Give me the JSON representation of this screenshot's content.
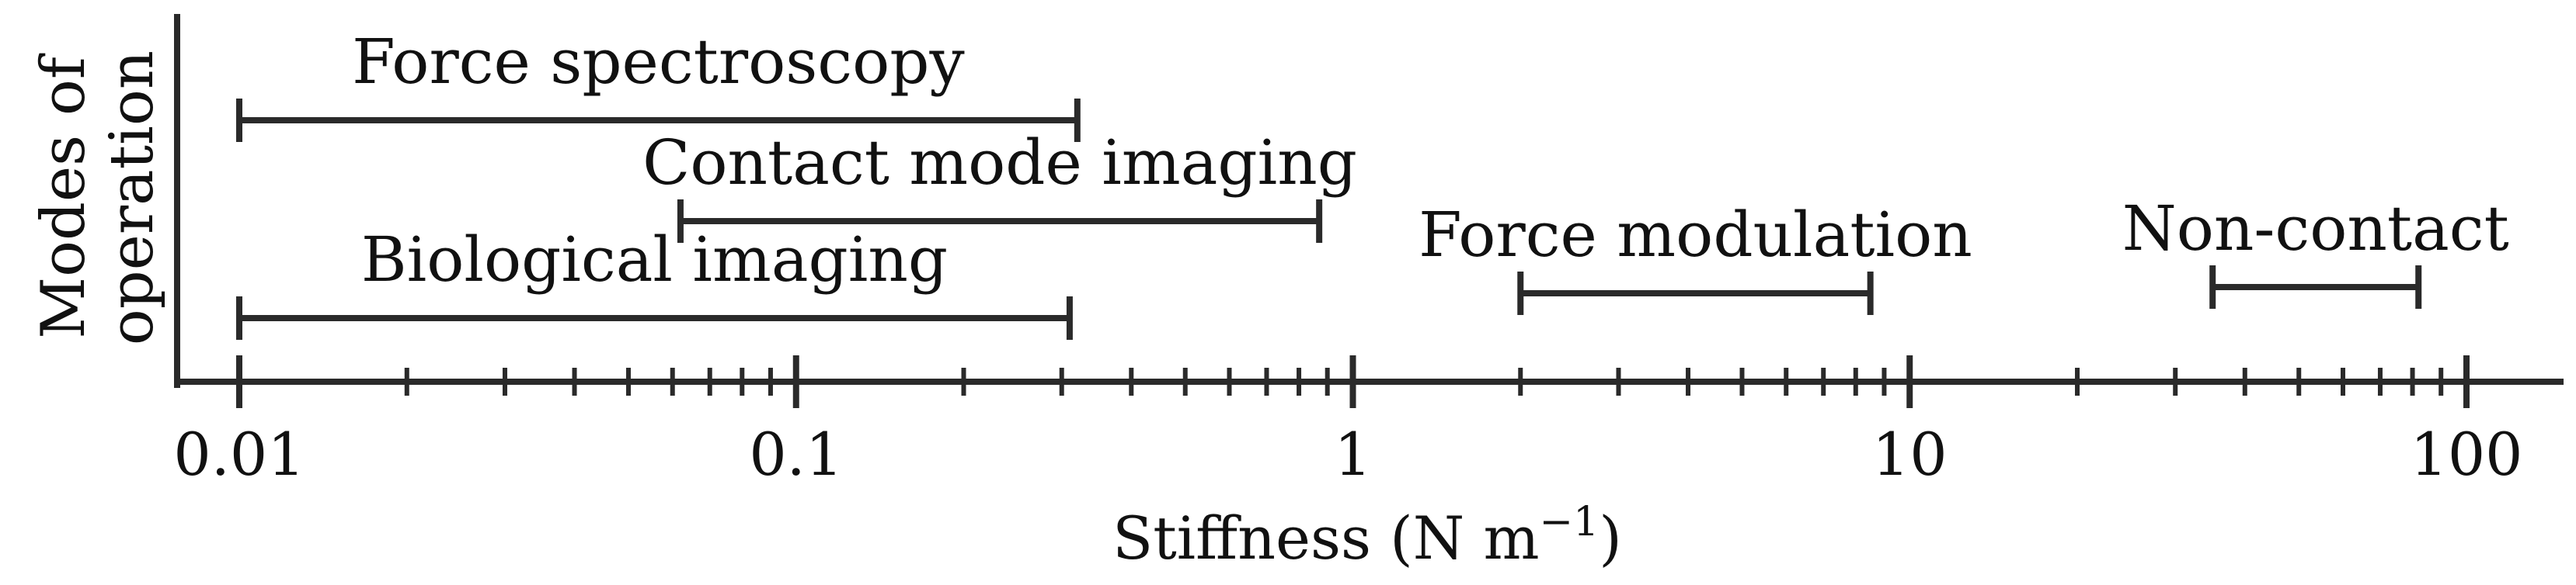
{
  "colors": {
    "ink": "#2a2a2a",
    "text": "#111111",
    "background": "#ffffff"
  },
  "chart_data": {
    "type": "range",
    "xscale": "log",
    "xlim": [
      0.0065,
      120
    ],
    "xlabel": "Stiffness (N m",
    "xlabel_sup": "−1",
    "xlabel_close": ")",
    "ylabel_line1": "Modes of",
    "ylabel_line2": "operation",
    "xticks_major": [
      {
        "value": 0.01,
        "label": "0.01"
      },
      {
        "value": 0.1,
        "label": "0.1"
      },
      {
        "value": 1,
        "label": "1"
      },
      {
        "value": 10,
        "label": "10"
      },
      {
        "value": 100,
        "label": "100"
      }
    ],
    "ranges": [
      {
        "label": "Force spectroscopy",
        "min": 0.01,
        "max": 0.32,
        "level": 4
      },
      {
        "label": "Contact mode imaging",
        "min": 0.062,
        "max": 0.87,
        "level": 3
      },
      {
        "label": "Force modulation",
        "min": 2,
        "max": 8.5,
        "level": 2
      },
      {
        "label": "Non-contact",
        "min": 35,
        "max": 82,
        "level": 2.1
      },
      {
        "label": "Biological imaging",
        "min": 0.01,
        "max": 0.31,
        "level": 1
      }
    ]
  }
}
